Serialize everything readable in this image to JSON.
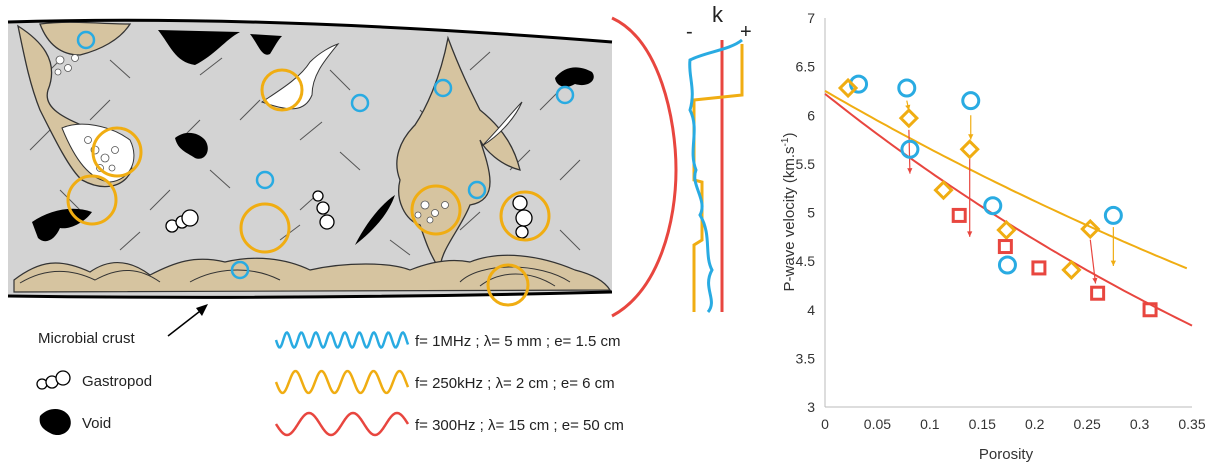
{
  "colors": {
    "blue": "#29abe2",
    "orange": "#f0ad12",
    "red": "#e8463f",
    "rock": "#d3d3d3",
    "sediment": "#d6c4a0",
    "void": "#000000"
  },
  "legend": {
    "microbial_crust": "Microbial crust",
    "gastropod": "Gastropod",
    "void": "Void",
    "waves": [
      {
        "label": "f= 1MHz ; λ= 5 mm ; e= 1.5 cm",
        "color": "#29abe2",
        "icon": "wave-high-freq-icon"
      },
      {
        "label": "f= 250kHz ; λ= 2 cm ; e= 6 cm",
        "color": "#f0ad12",
        "icon": "wave-mid-freq-icon"
      },
      {
        "label": "f= 300Hz ; λ= 15 cm ; e= 50 cm",
        "color": "#e8463f",
        "icon": "wave-low-freq-icon"
      }
    ]
  },
  "k_profile": {
    "title": "k",
    "minus": "-",
    "plus": "+"
  },
  "chart_data": {
    "type": "scatter",
    "xlabel": "Porosity",
    "ylabel_main": "P-wave velocity (km.s",
    "ylabel_sup": "-1",
    "ylabel_end": ")",
    "xlim": [
      0,
      0.35
    ],
    "ylim": [
      3,
      7
    ],
    "x_ticks": [
      "0",
      "0.05",
      "0.1",
      "0.15",
      "0.2",
      "0.25",
      "0.3",
      "0.35"
    ],
    "y_ticks": [
      "3",
      "3.5",
      "4",
      "4.5",
      "5",
      "5.5",
      "6",
      "6.5",
      "7"
    ],
    "grid": false,
    "series": [
      {
        "marker": "circle",
        "color": "#29abe2",
        "points": [
          [
            0.032,
            6.32
          ],
          [
            0.078,
            6.28
          ],
          [
            0.081,
            5.65
          ],
          [
            0.139,
            6.15
          ],
          [
            0.16,
            5.07
          ],
          [
            0.174,
            4.46
          ],
          [
            0.275,
            4.97
          ]
        ]
      },
      {
        "marker": "diamond",
        "color": "#f0ad12",
        "points": [
          [
            0.022,
            6.28
          ],
          [
            0.08,
            5.97
          ],
          [
            0.113,
            5.23
          ],
          [
            0.138,
            5.65
          ],
          [
            0.173,
            4.82
          ],
          [
            0.235,
            4.41
          ],
          [
            0.253,
            4.83
          ]
        ]
      },
      {
        "marker": "square",
        "color": "#e8463f",
        "points": [
          [
            0.128,
            4.97
          ],
          [
            0.172,
            4.65
          ],
          [
            0.204,
            4.43
          ],
          [
            0.26,
            4.17
          ],
          [
            0.31,
            4.0
          ]
        ]
      }
    ],
    "arrows": [
      {
        "color": "#f0ad12",
        "from": [
          0.078,
          6.15
        ],
        "to": [
          0.08,
          6.05
        ]
      },
      {
        "color": "#f0ad12",
        "from": [
          0.139,
          6.0
        ],
        "to": [
          0.139,
          5.75
        ]
      },
      {
        "color": "#f0ad12",
        "from": [
          0.275,
          4.85
        ],
        "to": [
          0.275,
          4.45
        ]
      },
      {
        "color": "#e8463f",
        "from": [
          0.08,
          5.85
        ],
        "to": [
          0.081,
          5.4
        ]
      },
      {
        "color": "#e8463f",
        "from": [
          0.138,
          5.55
        ],
        "to": [
          0.138,
          4.75
        ]
      },
      {
        "color": "#e8463f",
        "from": [
          0.253,
          4.72
        ],
        "to": [
          0.258,
          4.27
        ]
      }
    ],
    "curves": [
      {
        "color": "#f0ad12",
        "v0": 6.25,
        "k": 1.0,
        "xmax": 0.345
      },
      {
        "color": "#e8463f",
        "v0": 6.22,
        "k": 1.38,
        "xmax": 0.35
      }
    ]
  }
}
